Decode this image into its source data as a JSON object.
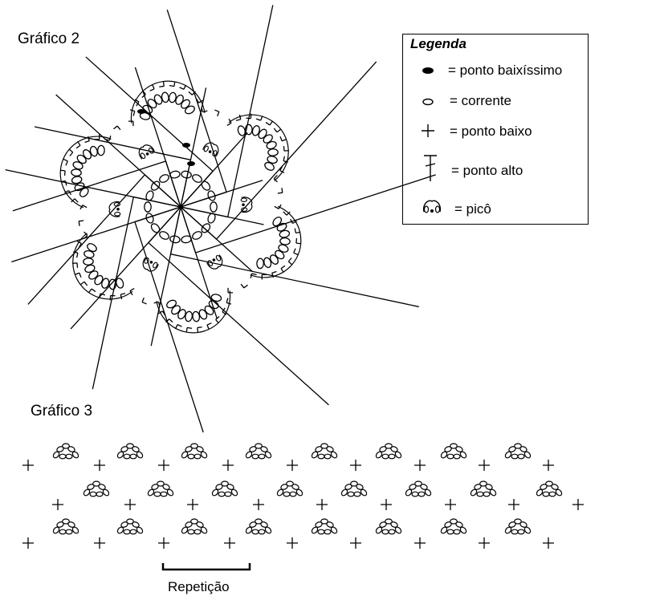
{
  "graph2": {
    "title": "Gráfico 2"
  },
  "graph3": {
    "title": "Gráfico 3",
    "repeat_label": "Repetição"
  },
  "legend": {
    "title": "Legenda",
    "items": [
      {
        "icon": "filled-oval-icon",
        "label": "= ponto baixíssimo"
      },
      {
        "icon": "oval-icon",
        "label": "= corrente"
      },
      {
        "icon": "plus-icon",
        "label": "= ponto baixo"
      },
      {
        "icon": "double-crochet-icon",
        "label": "= ponto alto"
      },
      {
        "icon": "picot-icon",
        "label": "= picô"
      }
    ]
  }
}
